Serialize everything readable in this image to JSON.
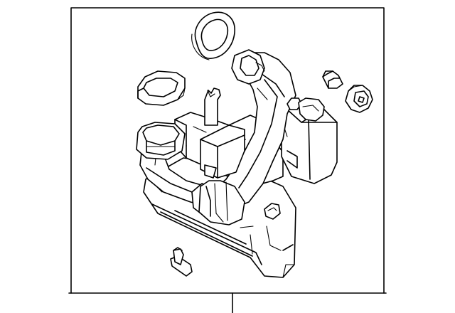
{
  "diagram": {
    "type": "exploded-parts-view",
    "line_color": "#000000",
    "background_color": "#ffffff",
    "parts": [
      {
        "id": "seal-ring",
        "icon": "round-seal-ring"
      },
      {
        "id": "rect-gasket",
        "icon": "rounded-rectangular-gasket"
      },
      {
        "id": "pin",
        "icon": "cylindrical-pin"
      },
      {
        "id": "grommet",
        "icon": "rubber-grommet"
      },
      {
        "id": "stud",
        "icon": "mounting-stud"
      },
      {
        "id": "air-cleaner-assembly",
        "icon": "air-cleaner-housing"
      }
    ]
  }
}
